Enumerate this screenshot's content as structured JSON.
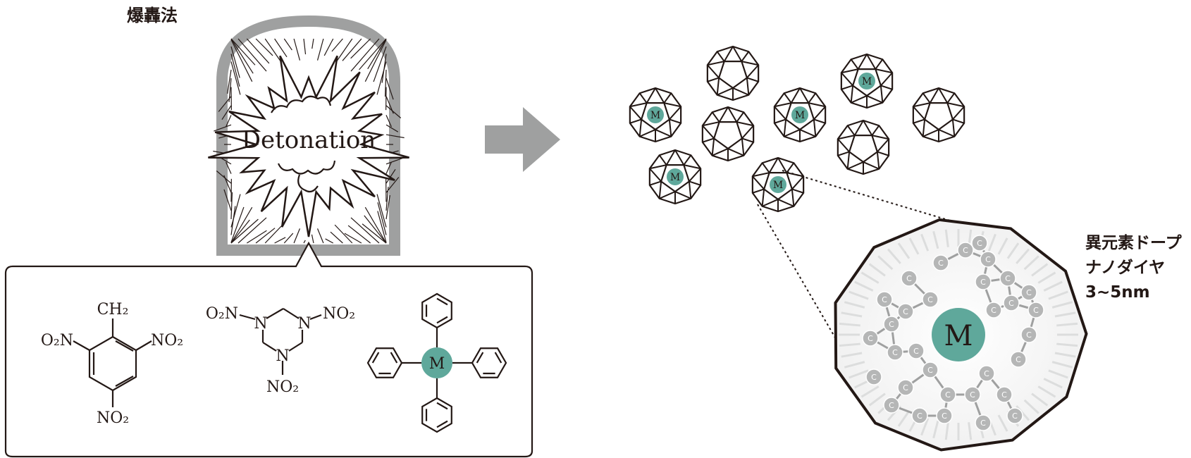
{
  "title": "爆轟法",
  "explosion_label": "Detonation",
  "molecules": {
    "tnt": {
      "top": "CH₂",
      "left": "O₂N",
      "right": "NO₂",
      "bottom": "NO₂"
    },
    "rdx": {
      "left": "O₂N",
      "right": "NO₂",
      "bottom": "NO₂",
      "ring_atom": "N"
    },
    "metal_complex": {
      "center": "M"
    }
  },
  "nanodiamonds": {
    "dopant_symbol": "M"
  },
  "zoom": {
    "center": "M",
    "carbon_symbol": "C"
  },
  "description": {
    "line1": "異元素ドープ",
    "line2": "ナノダイヤ",
    "line3": "3~5nm"
  },
  "colors": {
    "teal": "#5fa89b",
    "ink": "#231815",
    "gray": "#9fa0a0",
    "carbon": "#b5b6b6"
  }
}
